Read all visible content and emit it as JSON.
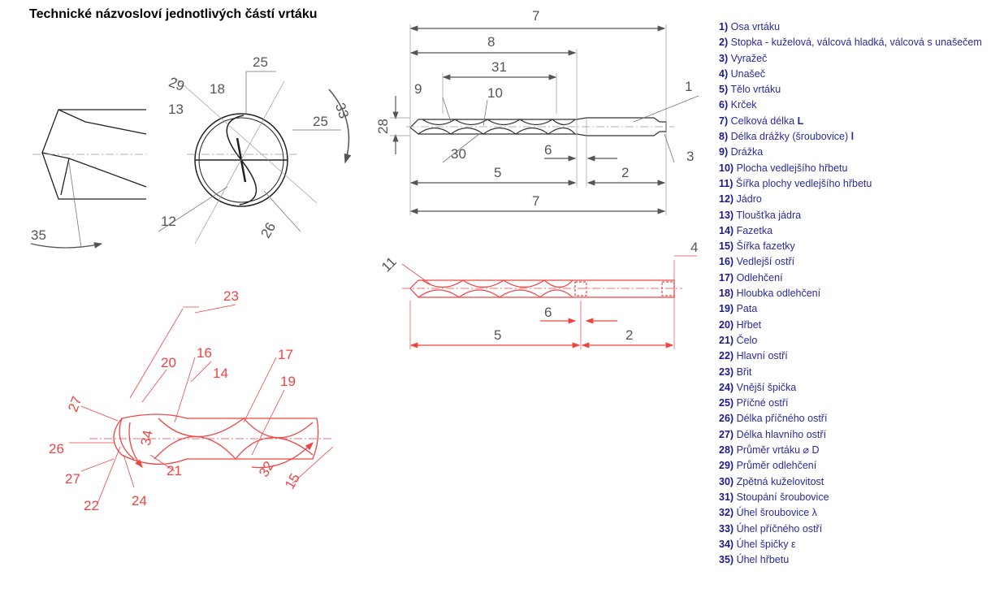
{
  "title": "Technické názvosloví jednotlivých částí vrtáku",
  "colors": {
    "legend_text": "#2a2a9e",
    "drawing_gray": "#444444",
    "drawing_red": "#e53935"
  },
  "legend": [
    {
      "num": "1)",
      "text": "Osa vrtáku"
    },
    {
      "num": "2)",
      "text": "Stopka - kuželová, válcová hladká, válcová s unašečem"
    },
    {
      "num": "3)",
      "text": "Vyražeč"
    },
    {
      "num": "4)",
      "text": "Unašeč"
    },
    {
      "num": "5)",
      "text": "Tělo vrtáku"
    },
    {
      "num": "6)",
      "text": "Krček"
    },
    {
      "num": "7)",
      "text": "Celková délka ",
      "bold": "L"
    },
    {
      "num": "8)",
      "text": "Délka drážky (šroubovice) ",
      "bold": "l"
    },
    {
      "num": "9)",
      "text": "Drážka"
    },
    {
      "num": "10)",
      "text": "Plocha vedlejšího hřbetu"
    },
    {
      "num": "11)",
      "text": "Šířka plochy vedlejšího hřbetu"
    },
    {
      "num": "12)",
      "text": "Jádro"
    },
    {
      "num": "13)",
      "text": "Tloušťka jádra"
    },
    {
      "num": "14)",
      "text": "Fazetka"
    },
    {
      "num": "15)",
      "text": "Šířka fazetky"
    },
    {
      "num": "16)",
      "text": "Vedlejší ostří"
    },
    {
      "num": "17)",
      "text": "Odlehčení"
    },
    {
      "num": "18)",
      "text": "Hloubka odlehčení"
    },
    {
      "num": "19)",
      "text": "Pata"
    },
    {
      "num": "20)",
      "text": "Hřbet"
    },
    {
      "num": "21)",
      "text": "Čelo"
    },
    {
      "num": "22)",
      "text": "Hlavní ostří"
    },
    {
      "num": "23)",
      "text": "Břit"
    },
    {
      "num": "24)",
      "text": "Vnější špička"
    },
    {
      "num": "25)",
      "text": "Příčné ostří"
    },
    {
      "num": "26)",
      "text": "Délka příčného ostří"
    },
    {
      "num": "27)",
      "text": "Délka hlavního ostří"
    },
    {
      "num": "28)",
      "text": "Průměr vrtáku ⌀ D"
    },
    {
      "num": "29)",
      "text": "Průměr odlehčení"
    },
    {
      "num": "30)",
      "text": "Zpětná kuželovitost"
    },
    {
      "num": "31)",
      "text": "Stoupání šroubovice"
    },
    {
      "num": "32)",
      "text": "Úhel šroubovice λ"
    },
    {
      "num": "33)",
      "text": "Úhel příčného ostří"
    },
    {
      "num": "34)",
      "text": "Úhel špičky ε"
    },
    {
      "num": "35)",
      "text": "Úhel hřbetu"
    }
  ],
  "labels": {
    "d7_top": "7",
    "d8": "8",
    "d31": "31",
    "d9": "9",
    "d10": "10",
    "d1": "1",
    "d28": "28",
    "d30": "30",
    "d6_top": "6",
    "d3": "3",
    "d5_top": "5",
    "d2_top": "2",
    "d7_bottom": "7",
    "d11": "11",
    "d4": "4",
    "d6_mid": "6",
    "d5_mid": "5",
    "d2_mid": "2",
    "d25_a": "25",
    "d29": "29",
    "d18": "18",
    "d13": "13",
    "d33": "33",
    "d25_b": "25",
    "d12": "12",
    "d26_a": "26",
    "d35": "35",
    "d23": "23",
    "d16": "16",
    "d17": "17",
    "d20": "20",
    "d14": "14",
    "d19": "19",
    "d27_a": "27",
    "d34": "34",
    "d26_b": "26",
    "d21": "21",
    "d27_b": "27",
    "d32": "32",
    "d15": "15",
    "d22": "22",
    "d24": "24"
  }
}
